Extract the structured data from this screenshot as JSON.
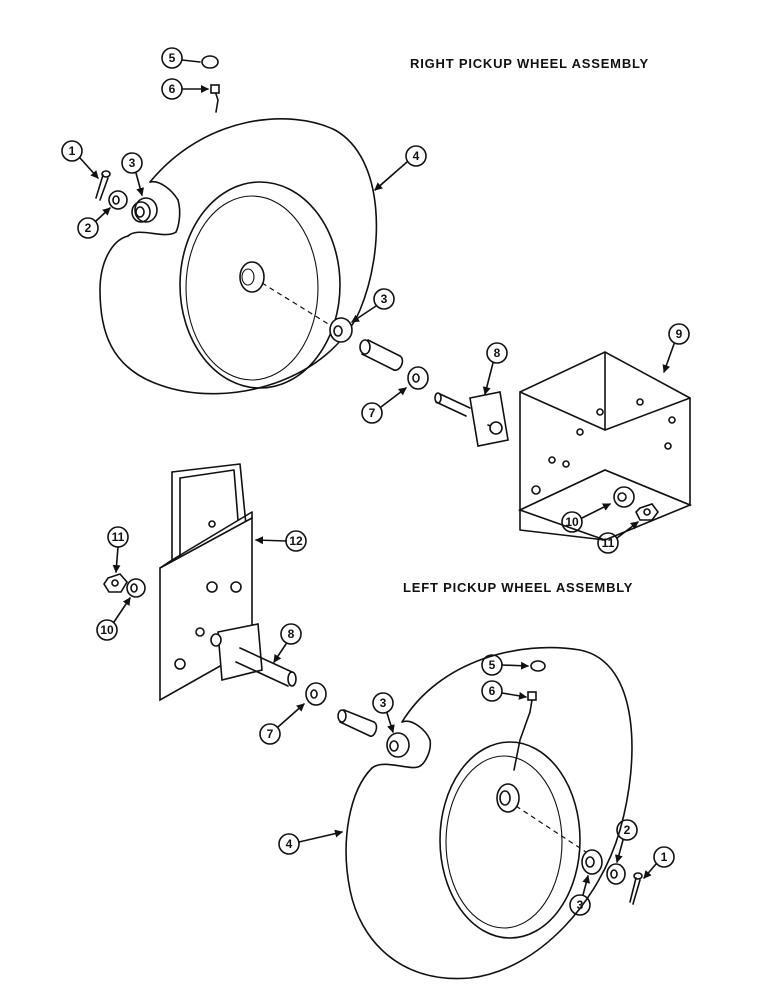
{
  "titles": {
    "right": "RIGHT PICKUP WHEEL ASSEMBLY",
    "left": "LEFT PICKUP WHEEL ASSEMBLY"
  },
  "callouts": {
    "right": {
      "c1": "1",
      "c2": "2",
      "c3a": "3",
      "c3b": "3",
      "c4": "4",
      "c5": "5",
      "c6": "6",
      "c7": "7",
      "c8": "8",
      "c9": "9",
      "c10": "10",
      "c11": "11"
    },
    "left": {
      "c11": "11",
      "c10": "10",
      "c12": "12",
      "c8": "8",
      "c7": "7",
      "c3a": "3",
      "c5": "5",
      "c6": "6",
      "c4": "4",
      "c2": "2",
      "c1": "1",
      "c3b": "3"
    }
  }
}
